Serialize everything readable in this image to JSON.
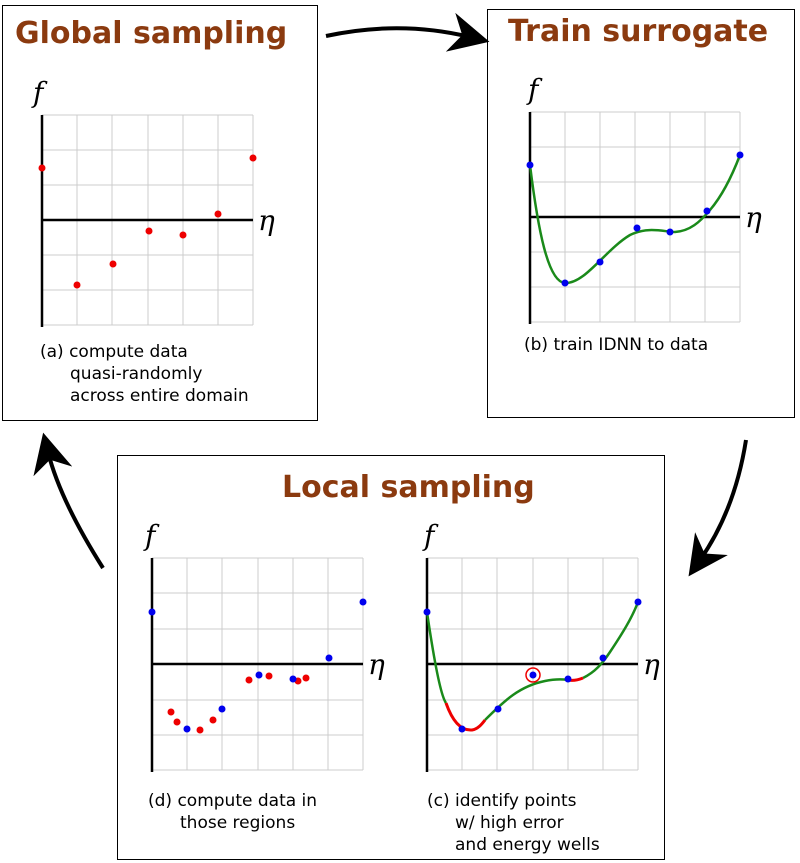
{
  "panels": {
    "global": {
      "title": "Global sampling",
      "caption": [
        "(a) compute data",
        "quasi-randomly",
        "across entire domain"
      ]
    },
    "train": {
      "title": "Train surrogate",
      "caption": [
        "(b) train IDNN to data"
      ]
    },
    "local": {
      "title": "Local sampling",
      "caption_d": [
        "(d) compute data in",
        "those regions"
      ],
      "caption_c": [
        "(c) identify points",
        "w/ high error",
        "and energy wells"
      ]
    }
  },
  "axes": {
    "ylabel": "f",
    "xlabel": "η"
  },
  "colors": {
    "title": "#8b3a0f",
    "red_point": "#ee0000",
    "blue_point": "#0000ee",
    "fit_curve": "#1a8a1a",
    "high_error": "#ee0000"
  }
}
